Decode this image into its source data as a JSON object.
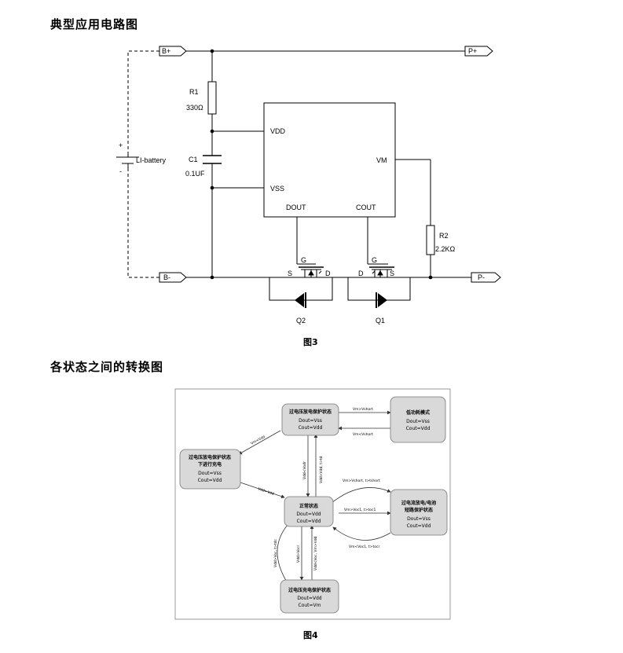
{
  "section1": {
    "title": "典型应用电路图"
  },
  "fig3": {
    "caption": "图3",
    "ports": {
      "bplus": "B+",
      "bminus": "B-",
      "pplus": "P+",
      "pminus": "P-"
    },
    "battery": {
      "label": "LI-battery",
      "plus": "+",
      "minus": "-"
    },
    "r1": {
      "name": "R1",
      "value": "330Ω"
    },
    "c1": {
      "name": "C1",
      "value": "0.1UF"
    },
    "r2": {
      "name": "R2",
      "value": "2.2KΩ"
    },
    "ic": {
      "vdd": "VDD",
      "vss": "VSS",
      "vm": "VM",
      "dout": "DOUT",
      "cout": "COUT"
    },
    "q2": {
      "name": "Q2",
      "g": "G",
      "s": "S",
      "d": "D"
    },
    "q1": {
      "name": "Q1",
      "g": "G",
      "s": "S",
      "d": "D"
    }
  },
  "section2": {
    "title": "各状态之间的转换图"
  },
  "fig4": {
    "caption": "图4",
    "states": {
      "od": {
        "title": "过电压放电保护状态",
        "l1": "Dout=Vss",
        "l2": "Cout=Vdd"
      },
      "lp": {
        "title": "低功耗模式",
        "l1": "Dout=Vss",
        "l2": "Cout=Vdd"
      },
      "ovc": {
        "title1": "过电压放电保护状态",
        "title2": "下进行充电",
        "l1": "Dout=Vss",
        "l2": "Cout=Vdd"
      },
      "normal": {
        "title": "正常状态",
        "l1": "Dout=Vdd",
        "l2": "Cout=Vdd"
      },
      "oc": {
        "title1": "过电流放电/电池",
        "title2": "短路保护状态",
        "l1": "Dout=Vss",
        "l2": "Cout=Vdd"
      },
      "ocp": {
        "title": "过电压充电保护状态",
        "l1": "Dout=Vdd",
        "l2": "Cout=Vm"
      }
    },
    "transitions": {
      "od_lp": "Vm>Vshort",
      "lp_od": "Vm<Vshort",
      "od_ovc": "Vm<Vdd",
      "ovc_normal": "Vdd>Vdd",
      "normal_od": "Vdd<Vodr",
      "od_normal": "Vdd>Vdd, t>td",
      "normal_oc_top": "Vm>Vshort, t>tshort",
      "normal_oc_mid": "Vm>Voc1, t>toc1",
      "oc_normal": "Vm<Voc1, t>tocr",
      "normal_ocp_left": "Vdd>Voc, t>tdc",
      "normal_ocp_mid": "Vdd>Vocr",
      "ocp_normal": "Vdd<Voc, Vm>Vdd"
    }
  }
}
